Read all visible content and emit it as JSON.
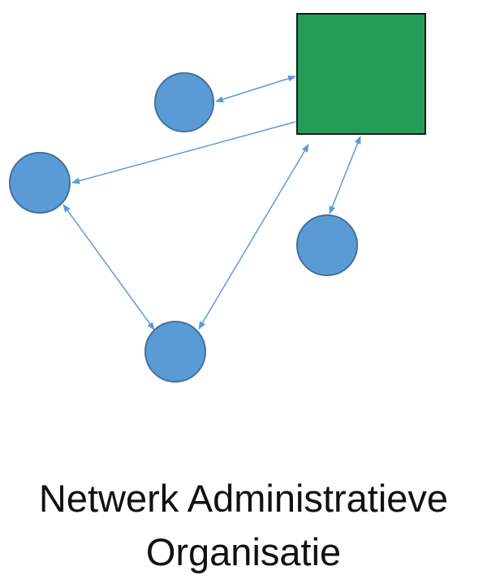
{
  "caption": {
    "line1": "Netwerk Administratieve",
    "line2": "Organisatie"
  },
  "colors": {
    "node_fill": "#5b9bd5",
    "node_stroke": "#41719c",
    "hub_fill": "#249d59",
    "hub_stroke": "#1a1a1a",
    "connector": "#5b9bd5"
  },
  "diagram": {
    "nodes": [
      {
        "id": "hub",
        "shape": "square",
        "label": ""
      },
      {
        "id": "node-top",
        "shape": "circle",
        "label": ""
      },
      {
        "id": "node-left",
        "shape": "circle",
        "label": ""
      },
      {
        "id": "node-right",
        "shape": "circle",
        "label": ""
      },
      {
        "id": "node-bottom",
        "shape": "circle",
        "label": ""
      }
    ],
    "edges": [
      {
        "from": "hub",
        "to": "node-top",
        "arrows": "both"
      },
      {
        "from": "hub",
        "to": "node-left",
        "arrows": "target"
      },
      {
        "from": "hub",
        "to": "node-right",
        "arrows": "both"
      },
      {
        "from": "hub",
        "to": "node-bottom",
        "arrows": "both"
      },
      {
        "from": "node-left",
        "to": "node-bottom",
        "arrows": "both"
      }
    ]
  }
}
